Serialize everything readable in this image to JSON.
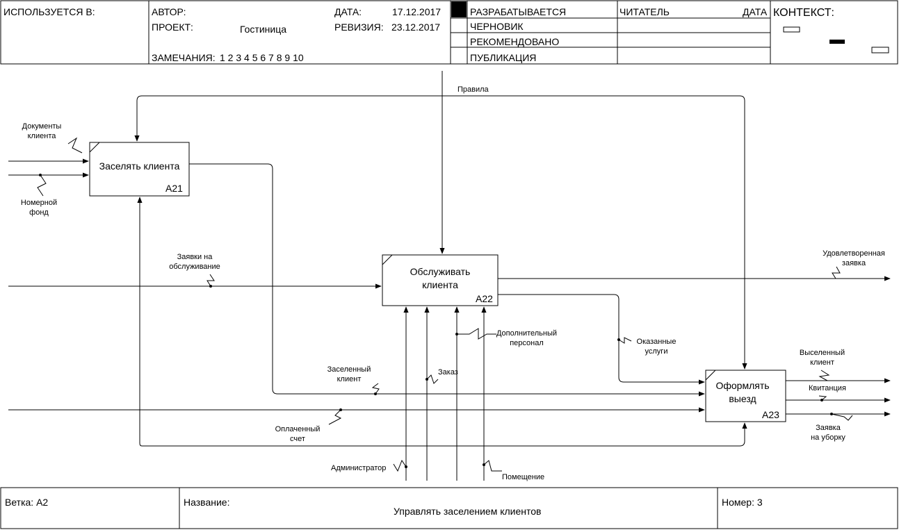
{
  "header": {
    "used_in": "ИСПОЛЬЗУЕТСЯ В:",
    "author_label": "АВТОР:",
    "project_label": "ПРОЕКТ:",
    "project_value": "Гостиница",
    "notes_label": "ЗАМЕЧАНИЯ:",
    "notes_value": "1 2 3 4 5 6 7 8 9 10",
    "date_label": "ДАТА:",
    "date_value": "17.12.2017",
    "revision_label": "РЕВИЗИЯ:",
    "revision_value": "23.12.2017",
    "status": [
      "РАЗРАБАТЫВАЕТСЯ",
      "ЧЕРНОВИК",
      "РЕКОМЕНДОВАНО",
      "ПУБЛИКАЦИЯ"
    ],
    "reader_label": "ЧИТАТЕЛЬ",
    "reader_date_label": "ДАТА",
    "context_label": "КОНТЕКСТ:"
  },
  "diagram": {
    "boxes": [
      {
        "label": "Заселять клиента",
        "num": "А21"
      },
      {
        "label": "Обслуживать клиента",
        "num": "А22"
      },
      {
        "label": "Оформлять выезд",
        "num": "А23"
      }
    ],
    "arrows": {
      "rules": "Правила",
      "client_docs": "Документы клиента",
      "room_stock": "Номерной фонд",
      "service_requests": "Заявки на обслуживание",
      "satisfied_request": "Удовлетворенная заявка",
      "extra_staff": "Дополнительный персонал",
      "provided_services": "Оказанные услуги",
      "settled_client": "Заселенный клиент",
      "order": "Заказ",
      "paid_bill": "Оплаченный счет",
      "administrator": "Администратор",
      "premises": "Помещение",
      "evicted_client": "Выселенный клиент",
      "receipt": "Квитанция",
      "cleaning_request": "Заявка на уборку"
    }
  },
  "footer": {
    "branch": "Ветка: А2",
    "name_label": "Название:",
    "name_value": "Управлять заселением клиентов",
    "number": "Номер: 3"
  }
}
